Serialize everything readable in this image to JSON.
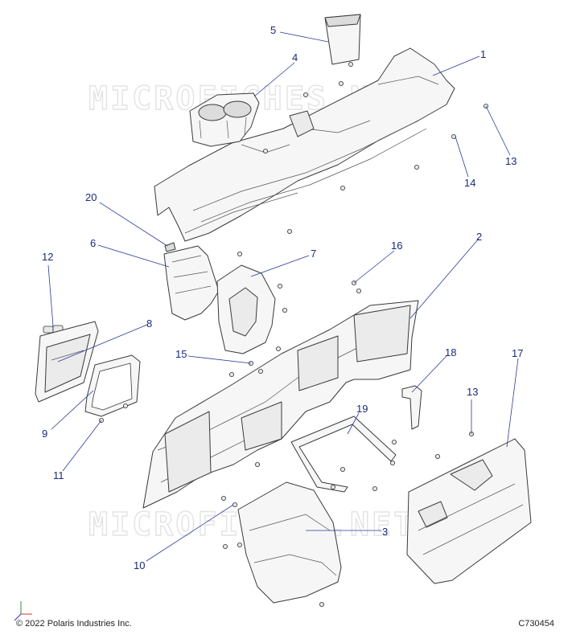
{
  "watermark": "MICROFICHES.NET",
  "callouts": [
    "1",
    "2",
    "3",
    "4",
    "5",
    "6",
    "7",
    "8",
    "9",
    "10",
    "11",
    "12",
    "13",
    "13",
    "14",
    "15",
    "16",
    "17",
    "18",
    "19",
    "20"
  ],
  "footer": {
    "copyright": "© 2022 Polaris Industries Inc.",
    "code": "C730454"
  },
  "colors": {
    "callout": "#1a2a7a",
    "line": "#3a3a3a",
    "watermark": "#e3e3e3"
  }
}
